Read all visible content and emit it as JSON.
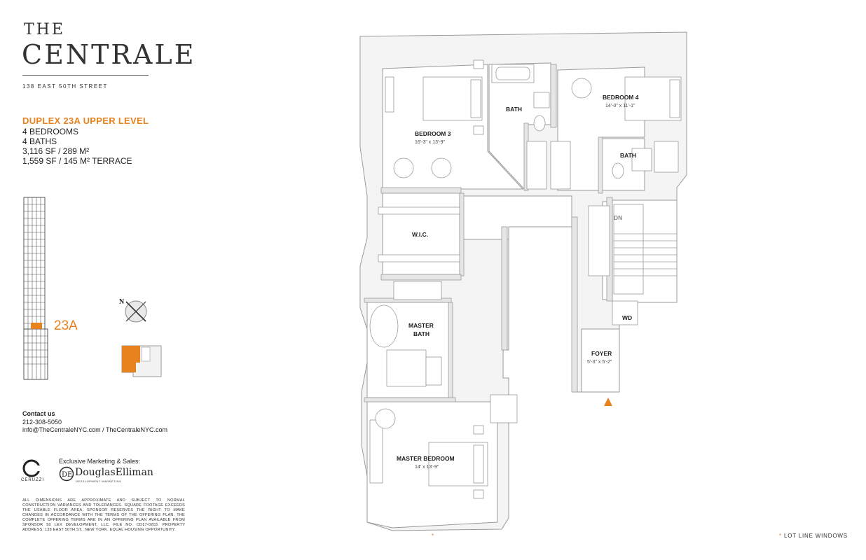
{
  "brand": {
    "the": "THE",
    "name": "CENTRALE",
    "address": "138 EAST 50TH STREET"
  },
  "unit": {
    "title": "DUPLEX 23A UPPER LEVEL",
    "bedrooms": "4 BEDROOMS",
    "baths": "4 BATHS",
    "area": "3,116 SF / 289 M²",
    "terrace": "1,559 SF / 145 M² TERRACE",
    "floor_label": "23A"
  },
  "compass": {
    "north": "N"
  },
  "contact": {
    "heading": "Contact us",
    "phone": "212-308-5050",
    "links": "info@TheCentraleNYC.com / TheCentraleNYC.com"
  },
  "marketing": {
    "label": "Exclusive Marketing & Sales:",
    "ceruzzi": "CERUZZI",
    "de_name": "DouglasElliman",
    "de_sub": "DEVELOPMENT MARKETING"
  },
  "disclaimer": "ALL DIMENSIONS ARE APPROXIMATE AND SUBJECT TO NORMAL CONSTRUCTION VARIANCES AND TOLERANCES. SQUARE FOOTAGE EXCEEDS THE USABLE FLOOR AREA. SPONSOR RESERVES THE RIGHT TO MAKE CHANGES IN ACCORDANCE WITH THE TERMS OF THE OFFERING PLAN. THE COMPLETE OFFERING TERMS ARE IN AN OFFERING PLAN AVAILABLE FROM SPONSOR 50 LEX DEVELOPMENT, LLC. FILE NO. CD17-0203. PROPERTY ADDRESS: 138 EAST 50TH ST., NEW YORK. EQUAL HOUSING OPPORTUNITY.",
  "legend": {
    "dot": "*",
    "text": "LOT LINE WINDOWS"
  },
  "rooms": {
    "bedroom3": {
      "label": "BEDROOM 3",
      "dim": "16'-3\" x 13'-9\""
    },
    "bath1": {
      "label": "BATH"
    },
    "bedroom4": {
      "label": "BEDROOM 4",
      "dim": "14'-0\" x 11'-1\""
    },
    "bath2": {
      "label": "BATH"
    },
    "wic": {
      "label": "W.I.C."
    },
    "dn": {
      "label": "DN"
    },
    "wd": {
      "label": "WD"
    },
    "master_bath": {
      "label1": "MASTER",
      "label2": "BATH"
    },
    "foyer": {
      "label": "FOYER",
      "dim": "5'-3\" x 5'-2\""
    },
    "master_bedroom": {
      "label": "MASTER BEDROOM",
      "dim": "14' x 13'-9\""
    }
  },
  "colors": {
    "accent": "#e8821e",
    "wall": "#e6e6e6",
    "line": "#9a9a9a"
  }
}
